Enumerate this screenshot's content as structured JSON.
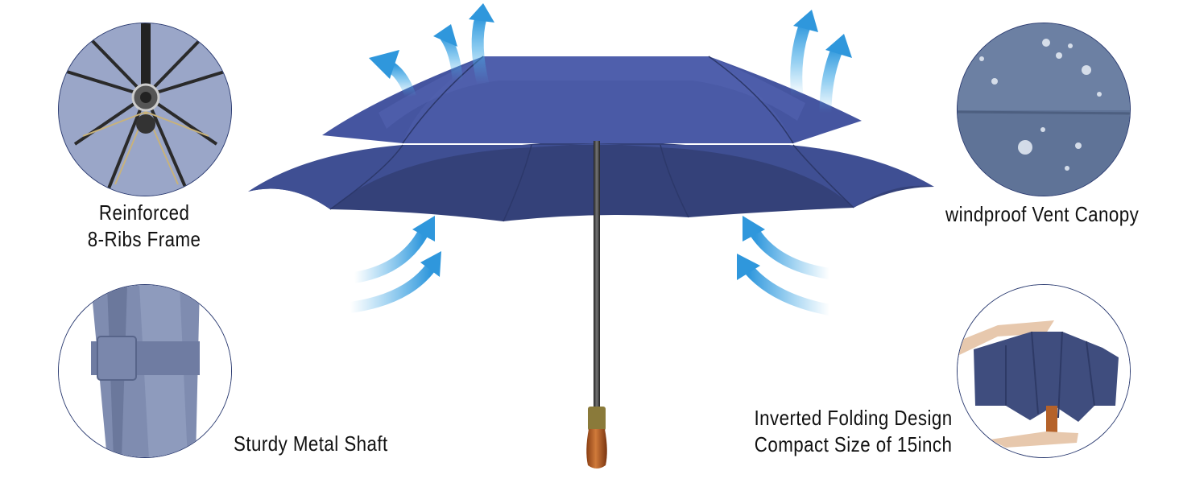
{
  "features": {
    "ribs": {
      "line1": "Reinforced",
      "line2": "8-Ribs Frame"
    },
    "canopy": {
      "label": "windproof Vent Canopy"
    },
    "shaft": {
      "label": "Sturdy Metal Shaft"
    },
    "folding": {
      "line1": "Inverted Folding Design",
      "line2": "Compact Size of 15inch"
    }
  },
  "colors": {
    "canopy": "#3f4f93",
    "canopy_dark": "#333f78",
    "vent": "#4a5aa0",
    "arrow": "#3aa0e0",
    "handle": "#b5622a",
    "circle_border": "#2a3a70"
  },
  "icons": [
    "airflow-arrow-icon"
  ]
}
